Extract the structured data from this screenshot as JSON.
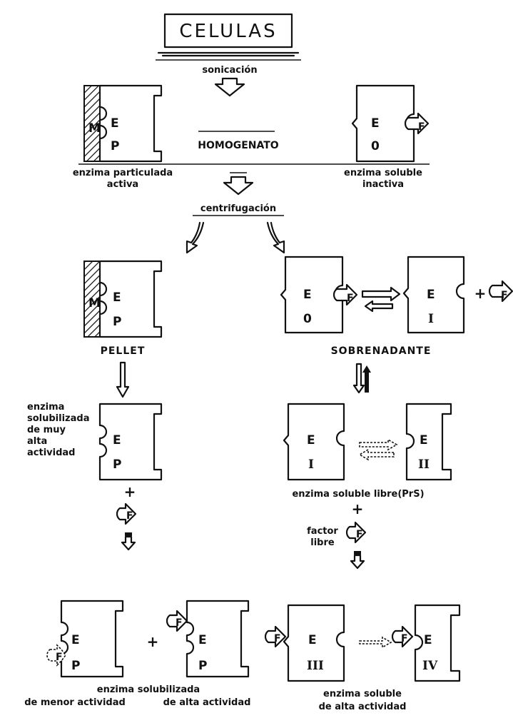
{
  "title": "CELULAS",
  "steps": {
    "sonication": "sonicación",
    "homogenate": "HOMOGENATO",
    "centrifugation": "centrifugación",
    "pellet": "PELLET",
    "supernatant": "SOBRENADANTE"
  },
  "captions": {
    "particulate_1": "enzima particulada",
    "particulate_2": "activa",
    "soluble_inactive_1": "enzima soluble",
    "soluble_inactive_2": "inactiva",
    "solubilized_1": "enzima",
    "solubilized_2": "solubilizada",
    "solubilized_3": "de muy",
    "solubilized_4": "alta",
    "solubilized_5": "actividad",
    "free_soluble": "enzima soluble libre(PrS)",
    "free_factor_1": "factor",
    "free_factor_2": "libre",
    "bottom_left_1": "enzima  solubilizada",
    "bottom_left_2": "de menor actividad",
    "bottom_left_3": "de alta actividad",
    "bottom_right_1": "enzima soluble",
    "bottom_right_2": "de alta actividad"
  },
  "letters": {
    "enzyme": "E",
    "particulate": "P",
    "membrane": "M",
    "factor": "F",
    "inactive": "0",
    "plus": "+"
  },
  "forms": {
    "form_1": "I",
    "form_2": "II",
    "form_3": "III",
    "form_4": "IV"
  }
}
